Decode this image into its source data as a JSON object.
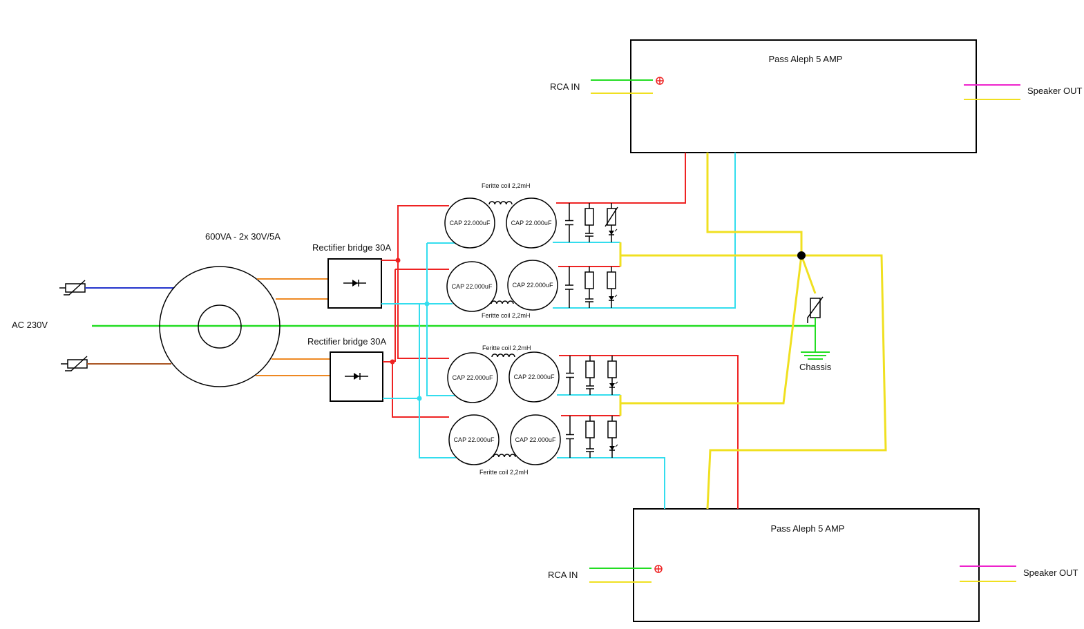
{
  "amp_top": {
    "title": "Pass Aleph 5 AMP",
    "rca_label": "RCA IN",
    "speaker_label": "Speaker OUT"
  },
  "amp_bottom": {
    "title": "Pass Aleph 5 AMP",
    "rca_label": "RCA IN",
    "speaker_label": "Speaker OUT"
  },
  "mains_label": "AC 230V",
  "transformer_label": "600VA - 2x 30V/5A",
  "rectifier_top_label": "Rectifier bridge 30A",
  "rectifier_bottom_label": "Rectifier bridge 30A",
  "chassis_label": "Chassis",
  "coil_labels": [
    "Feritte coil 2,2mH",
    "Feritte coil 2,2mH",
    "Feritte coil 2,2mH",
    "Feritte coil 2,2mH"
  ],
  "cap_label": "CAP 22.000uF",
  "colors": {
    "positive": "#ee2222",
    "negative": "#33ddee",
    "ground": "#f0e020",
    "mains": "#22dd22",
    "secondary": "#ee8822",
    "live": "#2233cc",
    "neutral": "#aa5522",
    "speaker_plus": "#ee22cc",
    "input_plus": "#22dd22",
    "input_ground": "#f0e020"
  }
}
